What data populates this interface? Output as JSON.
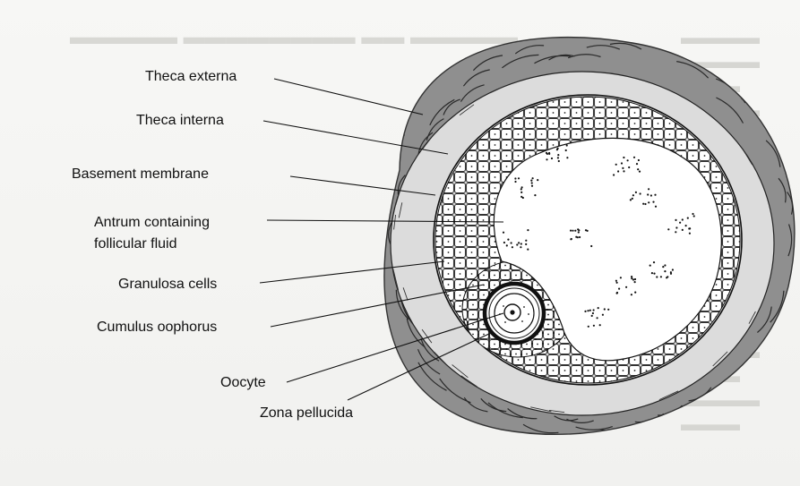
{
  "labels": {
    "theca_externa": "Theca externa",
    "theca_interna": "Theca interna",
    "basement_membrane": "Basement membrane",
    "antrum_line1": "Antrum containing",
    "antrum_line2": "follicular fluid",
    "granulosa_cells": "Granulosa cells",
    "cumulus_oophorus": "Cumulus oophorus",
    "oocyte": "Oocyte",
    "zona_pellucida": "Zona pellucida"
  },
  "colors": {
    "ink": "#111111",
    "theca_externa": "#8f8f8f",
    "theca_interna": "#d6d6d6",
    "antrum": "#ffffff",
    "page": "#f4f4f2"
  }
}
